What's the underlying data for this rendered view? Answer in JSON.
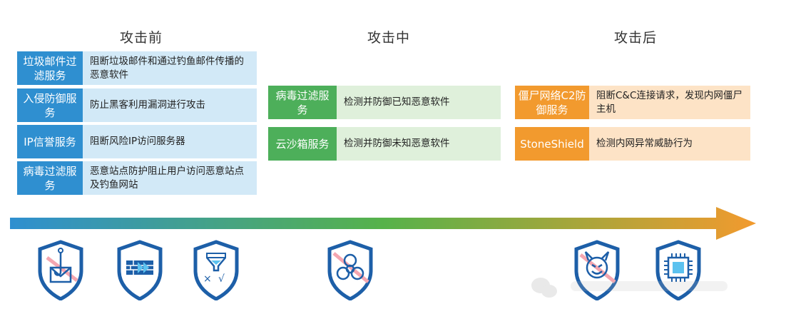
{
  "phases": {
    "before": "攻击前",
    "during": "攻击中",
    "after": "攻击后"
  },
  "before_items": [
    {
      "tag": "垃圾邮件过滤服务",
      "desc": "阻断垃圾邮件和通过钓鱼邮件传播的恶意软件"
    },
    {
      "tag": "入侵防御服务",
      "desc": "防止黑客利用漏洞进行攻击"
    },
    {
      "tag": "IP信誉服务",
      "desc": "阻断风险IP访问服务器"
    },
    {
      "tag": "病毒过滤服务",
      "desc": "恶意站点防护阻止用户访问恶意站点及钓鱼网站"
    }
  ],
  "during_items": [
    {
      "tag": "病毒过滤服务",
      "desc": "检测并防御已知恶意软件"
    },
    {
      "tag": "云沙箱服务",
      "desc": "检测并防御未知恶意软件"
    }
  ],
  "after_items": [
    {
      "tag": "僵尸网络C2防御服务",
      "desc": "阻断C&C连接请求，发现内网僵尸主机"
    },
    {
      "tag": "StoneShield",
      "desc": "检测内网异常威胁行为"
    }
  ],
  "colors": {
    "blue": "#2f8fd0",
    "green": "#4daf5a",
    "orange": "#f29a2e",
    "shield_blue": "#1d5fa8"
  },
  "icons": [
    "phishing-hook-shield-icon",
    "firewall-shield-icon",
    "filter-funnel-shield-icon",
    "biohazard-shield-icon",
    "devil-bot-shield-icon",
    "chip-shield-icon"
  ]
}
